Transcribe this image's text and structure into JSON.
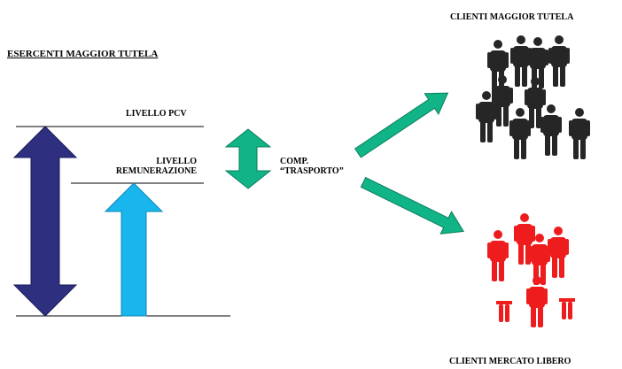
{
  "labels": {
    "esercenti": "ESERCENTI MAGGIOR TUTELA",
    "livello_pcv": "LIVELLO PCV",
    "livello_rem_line1": "LIVELLO",
    "livello_rem_line2": "REMUNERAZIONE",
    "comp_line1": "COMP.",
    "comp_line2": "“TRASPORTO”",
    "clienti_tutela": "CLIENTI MAGGIOR TUTELA",
    "clienti_libero": "CLIENTI MERCATO LIBERO"
  },
  "colors": {
    "pcv_arrow": "#2e2f7e",
    "rem_arrow": "#18b6ec",
    "comp_arrow": "#10b486",
    "people_tutela": "#262626",
    "people_libero": "#ee1c1c"
  }
}
